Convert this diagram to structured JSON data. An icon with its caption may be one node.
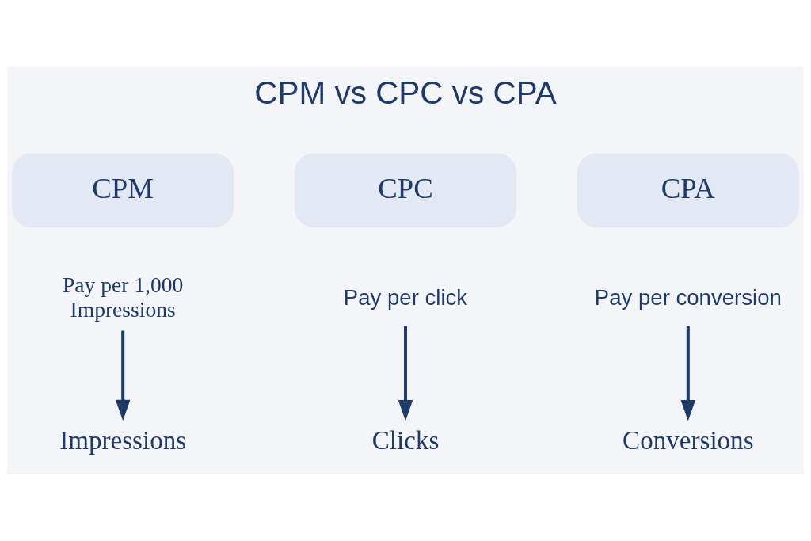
{
  "diagram": {
    "title": "CPM vs CPC vs CPA",
    "nodes": [
      {
        "text": [
          "CPM"
        ]
      },
      {
        "text": [
          "CPC"
        ]
      },
      {
        "text": [
          "CPA"
        ]
      },
      {
        "text": [
          "Pay per 1,000 Impressions"
        ]
      },
      {
        "text": [
          "Pay per click"
        ]
      },
      {
        "text": [
          "Pay per conversion"
        ]
      },
      {
        "text": [
          "Impressions"
        ]
      },
      {
        "text": [
          "Clicks"
        ]
      },
      {
        "text": [
          "Conversions"
        ]
      }
    ],
    "edges": [
      {
        "from": 3,
        "to": 6,
        "arrow": "to"
      },
      {
        "from": 4,
        "to": 7,
        "arrow": "to"
      },
      {
        "from": 5,
        "to": 8,
        "arrow": "to"
      }
    ]
  }
}
